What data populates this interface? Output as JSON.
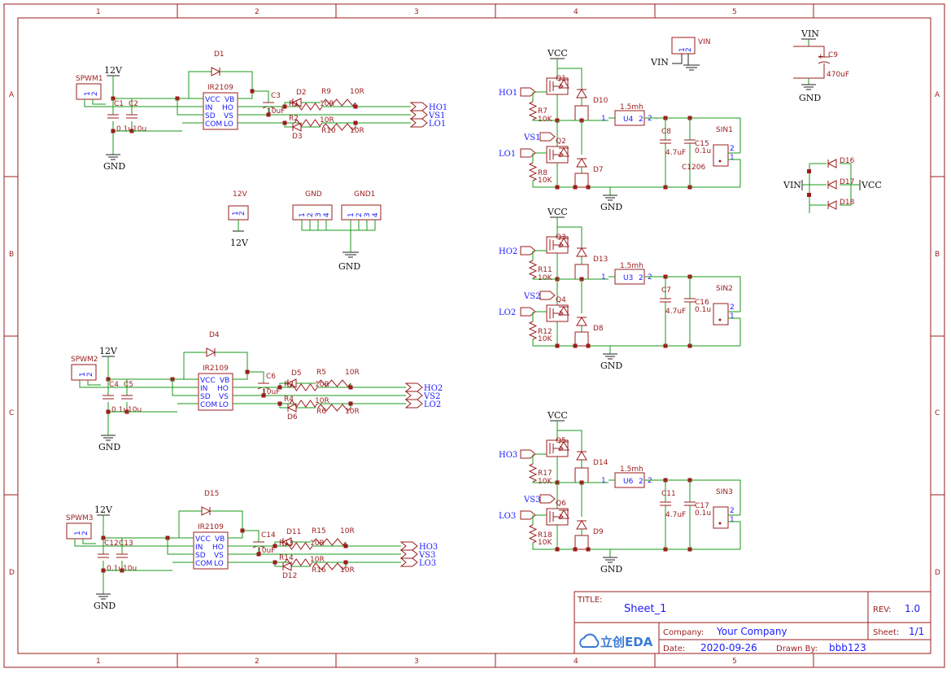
{
  "frame": {
    "cols": [
      "1",
      "2",
      "3",
      "4",
      "5"
    ],
    "rows": [
      "A",
      "B",
      "C",
      "D"
    ]
  },
  "title_block": {
    "title_label": "TITLE:",
    "title_value": "Sheet_1",
    "rev_label": "REV:",
    "rev_value": "1.0",
    "company_label": "Company:",
    "company_value": "Your Company",
    "sheet_label": "Sheet:",
    "sheet_value": "1/1",
    "date_label": "Date:",
    "date_value": "2020-09-26",
    "drawn_label": "Drawn By:",
    "drawn_value": "bbb123",
    "logo_text": "立创EDA"
  },
  "nets": {
    "v12": "12V",
    "gnd": "GND",
    "vcc": "VCC",
    "vin": "VIN",
    "ho1": "HO1",
    "vs1": "VS1",
    "lo1": "LO1",
    "ho2": "HO2",
    "vs2": "VS2",
    "lo2": "LO2",
    "ho3": "HO3",
    "vs3": "VS3",
    "lo3": "LO3"
  },
  "drivers": [
    {
      "spwm": "SPWM1",
      "ic": "IR2109",
      "dboot": "D1",
      "cboot": "C3",
      "cboot_val": "10uF",
      "c_a": "C1",
      "c_b": "C2",
      "c_a_val": "0.1u",
      "c_b_val": "10u",
      "r_ho_g": "R1",
      "r_ho": "R9",
      "r_lo_g": "R2",
      "r_lo": "R10",
      "d_ho": "D2",
      "d_lo": "D3",
      "rval": "10R"
    },
    {
      "spwm": "SPWM2",
      "ic": "IR2109",
      "dboot": "D4",
      "cboot": "C6",
      "cboot_val": "10uF",
      "c_a": "C4",
      "c_b": "C5",
      "c_a_val": "0.1u",
      "c_b_val": "10u",
      "r_ho_g": "R3",
      "r_ho": "R5",
      "r_lo_g": "R4",
      "r_lo": "R6",
      "d_ho": "D5",
      "d_lo": "D6",
      "rval": "10R"
    },
    {
      "spwm": "SPWM3",
      "ic": "IR2109",
      "dboot": "D15",
      "cboot": "C14",
      "cboot_val": "10uF",
      "c_a": "C12",
      "c_b": "C13",
      "c_a_val": "0.1u",
      "c_b_val": "10u",
      "r_ho_g": "R13",
      "r_ho": "R15",
      "r_lo_g": "R14",
      "r_lo": "R16",
      "d_ho": "D11",
      "d_lo": "D12",
      "rval": "10R"
    }
  ],
  "ic_pins": {
    "vcc": "VCC",
    "in": "IN",
    "sd": "SD",
    "com": "COM",
    "vb": "VB",
    "ho": "HO",
    "vs": "VS",
    "lo": "LO"
  },
  "bridges": [
    {
      "qh": "Q1",
      "ql": "Q2",
      "rh": "R7",
      "rl": "R8",
      "rval": "10K",
      "dh": "D10",
      "dl": "D7",
      "ind": "U4",
      "ind_val": "1.5mh",
      "cbig": "C8",
      "cbig_val": "4.7uF",
      "csm": "C15",
      "csm_val": "0.1u",
      "conn": "SIN1",
      "extra": "C1206"
    },
    {
      "qh": "Q3",
      "ql": "Q4",
      "rh": "R11",
      "rl": "R12",
      "rval": "10K",
      "dh": "D13",
      "dl": "D8",
      "ind": "U3",
      "ind_val": "1.5mh",
      "cbig": "C7",
      "cbig_val": "4.7uF",
      "csm": "C16",
      "csm_val": "0.1u",
      "conn": "SIN2",
      "extra": ""
    },
    {
      "qh": "Q5",
      "ql": "Q6",
      "rh": "R17",
      "rl": "R18",
      "rval": "10K",
      "dh": "D14",
      "dl": "D9",
      "ind": "U6",
      "ind_val": "1.5mh",
      "cbig": "C11",
      "cbig_val": "4.7uF",
      "csm": "C17",
      "csm_val": "0.1u",
      "conn": "SIN3",
      "extra": ""
    }
  ],
  "misc": {
    "vin_conn": "VIN",
    "c9": "C9",
    "c9_val": "470uF",
    "conn_12v": "12V",
    "conn_gnd": "GND",
    "conn_gnd1": "GND1",
    "d16": "D16",
    "d17": "D17",
    "d18": "D18",
    "pin1": "1",
    "pin2": "2",
    "pin3": "3",
    "pin4": "4"
  }
}
